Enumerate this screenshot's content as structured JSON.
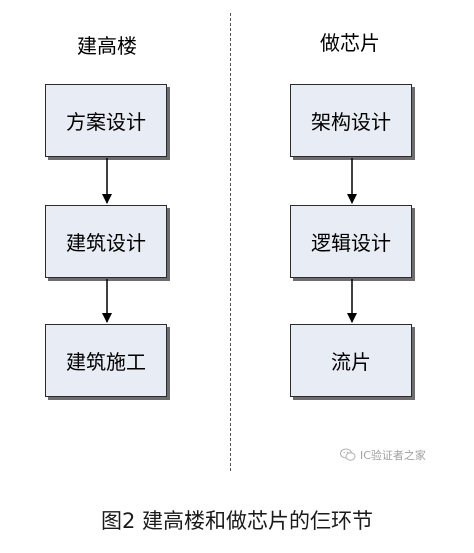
{
  "left_column": {
    "title": "建高楼",
    "steps": [
      "方案设计",
      "建筑设计",
      "建筑施工"
    ]
  },
  "right_column": {
    "title": "做芯片",
    "steps": [
      "架构设计",
      "逻辑设计",
      "流片"
    ]
  },
  "watermark": {
    "icon": "wechat-icon",
    "text": "IC验证者之家"
  },
  "caption": "图2 建高楼和做芯片的仨环节",
  "colors": {
    "box_fill": "#e8ecf4",
    "box_border": "#2b2b2b",
    "box_shadow": "#6d6d6d",
    "arrow": "#000000",
    "divider": "#555555"
  }
}
